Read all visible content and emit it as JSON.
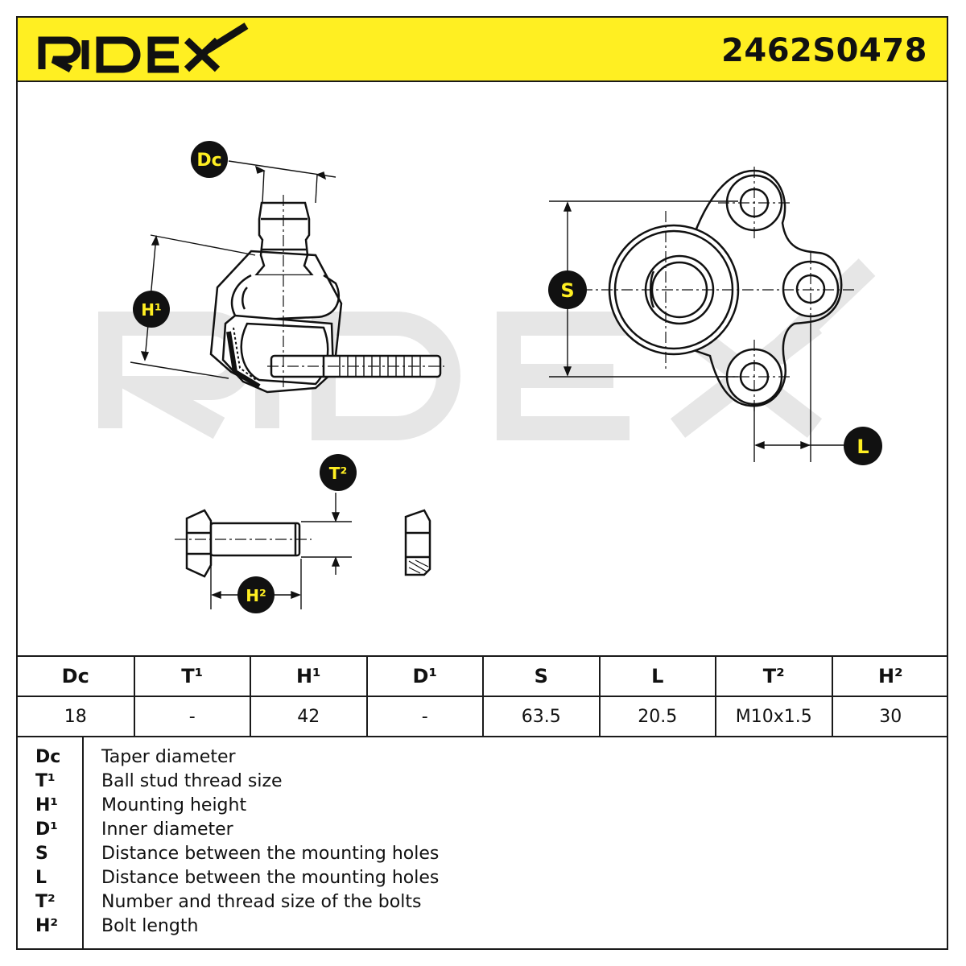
{
  "brand": {
    "name": "RIDEX",
    "color_yellow": "#ffef22",
    "color_black": "#111111"
  },
  "part_number": "2462S0478",
  "diagram": {
    "watermark": "RIDEX",
    "callouts": {
      "dc": "Dc",
      "h1": "H¹",
      "s": "S",
      "l": "L",
      "t2": "T²",
      "h2": "H²"
    }
  },
  "specs": {
    "headers": [
      "Dc",
      "T¹",
      "H¹",
      "D¹",
      "S",
      "L",
      "T²",
      "H²"
    ],
    "values": [
      "18",
      "-",
      "42",
      "-",
      "63.5",
      "20.5",
      "M10x1.5",
      "30"
    ]
  },
  "legend": [
    {
      "code": "Dc",
      "desc": "Taper diameter"
    },
    {
      "code": "T¹",
      "desc": "Ball stud thread size"
    },
    {
      "code": "H¹",
      "desc": "Mounting height"
    },
    {
      "code": "D¹",
      "desc": "Inner diameter"
    },
    {
      "code": "S",
      "desc": "Distance between the mounting holes"
    },
    {
      "code": "L",
      "desc": "Distance between the mounting holes"
    },
    {
      "code": "T²",
      "desc": "Number and thread size of the bolts"
    },
    {
      "code": "H²",
      "desc": "Bolt length"
    }
  ]
}
